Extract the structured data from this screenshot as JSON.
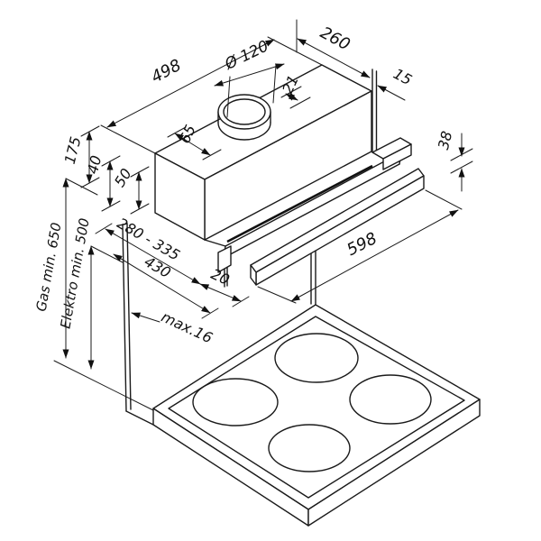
{
  "figure": {
    "type": "technical-installation-drawing",
    "subject": "Built-in telescopic cooker hood mounted above a four-burner cooktop",
    "units": "mm"
  },
  "labels": {
    "hood_width": "498",
    "duct_diameter": "Ø 120",
    "duct_offset": "21",
    "hood_depth": "260",
    "wall_gap": "15",
    "duct_front_offset": "65",
    "hood_height": "175",
    "lower_section_height": "40",
    "visor_height": "50",
    "strip_height": "38",
    "cabinet_depth_range": "280 - 335",
    "visor_projection": "20",
    "total_depth": "430",
    "strip_width": "598",
    "panel_thickness": "max.16",
    "clearance_gas": "Gas min. 650",
    "clearance_electric": "Elektro min. 500"
  }
}
